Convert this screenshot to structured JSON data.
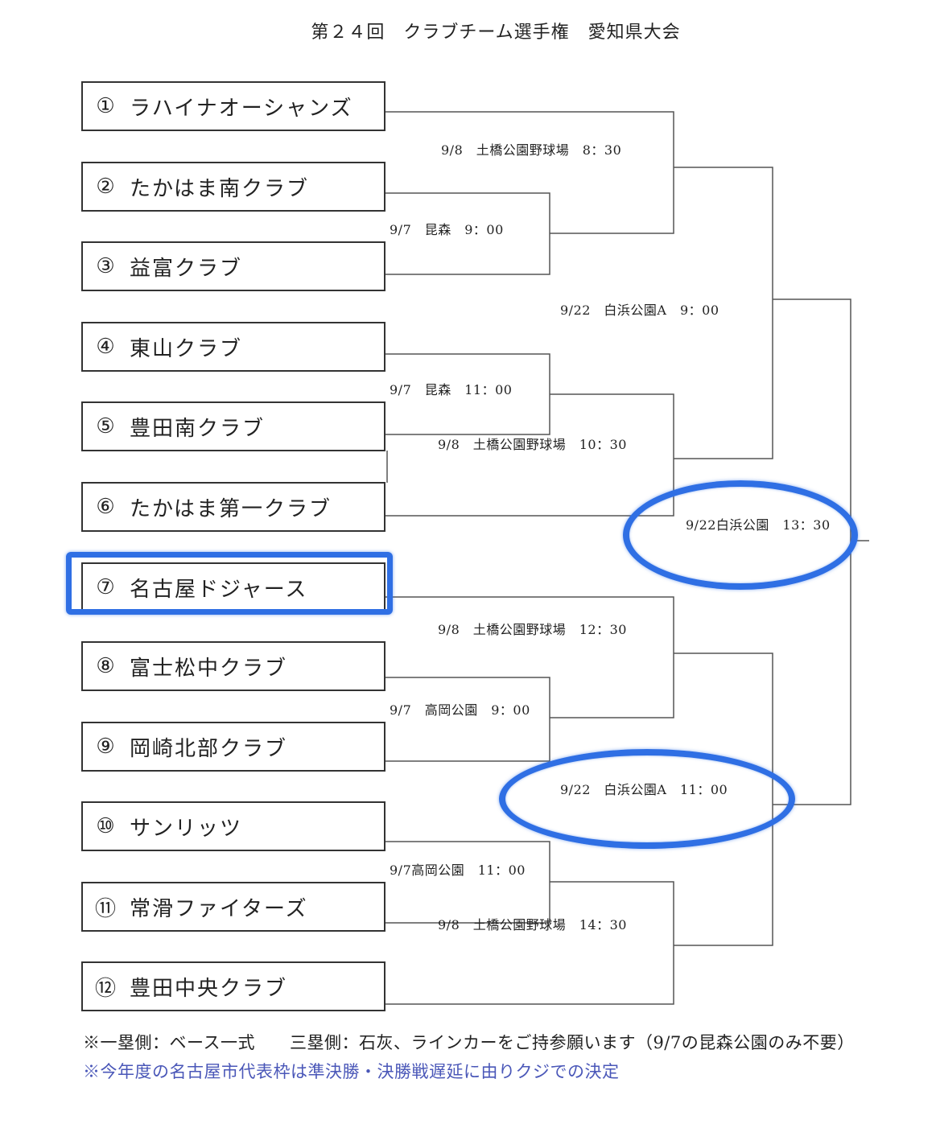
{
  "title": "第２４回　クラブチーム選手権　愛知県大会",
  "teams": [
    {
      "num": "①",
      "name": "ラハイナオーシャンズ"
    },
    {
      "num": "②",
      "name": "たかはま南クラブ"
    },
    {
      "num": "③",
      "name": "益富クラブ"
    },
    {
      "num": "④",
      "name": "東山クラブ"
    },
    {
      "num": "⑤",
      "name": "豊田南クラブ"
    },
    {
      "num": "⑥",
      "name": "たかはま第一クラブ"
    },
    {
      "num": "⑦",
      "name": "名古屋ドジャース"
    },
    {
      "num": "⑧",
      "name": "富士松中クラブ"
    },
    {
      "num": "⑨",
      "name": "岡崎北部クラブ"
    },
    {
      "num": "⑩",
      "name": "サンリッツ"
    },
    {
      "num": "⑪",
      "name": "常滑ファイターズ"
    },
    {
      "num": "⑫",
      "name": "豊田中央クラブ"
    }
  ],
  "games": {
    "g1": "9/7　昆森　9：00",
    "g2": "9/7　昆森　11：00",
    "g3": "9/7　高岡公園　9：00",
    "g4": "9/7高岡公園　11：00",
    "g5": "9/8　土橋公園野球場　8：30",
    "g6": "9/8　土橋公園野球場　10：30",
    "g7": "9/8　土橋公園野球場　12：30",
    "g8": "9/8　土橋公園野球場　14：30",
    "sf1": "9/22　白浜公園A　9：00",
    "sf2": "9/22　白浜公園A　11：00",
    "final": "9/22白浜公園　13：30"
  },
  "notes": {
    "line1": "※一塁側：ベース一式　　三塁側：石灰、ラインカーをご持参願います（9/7の昆森公園のみ不要）",
    "line2": "※今年度の名古屋市代表枠は準決勝・決勝戦遅延に由りクジでの決定"
  },
  "colors": {
    "highlight": "#2f6fe4",
    "note_blue": "#4a57b8"
  }
}
